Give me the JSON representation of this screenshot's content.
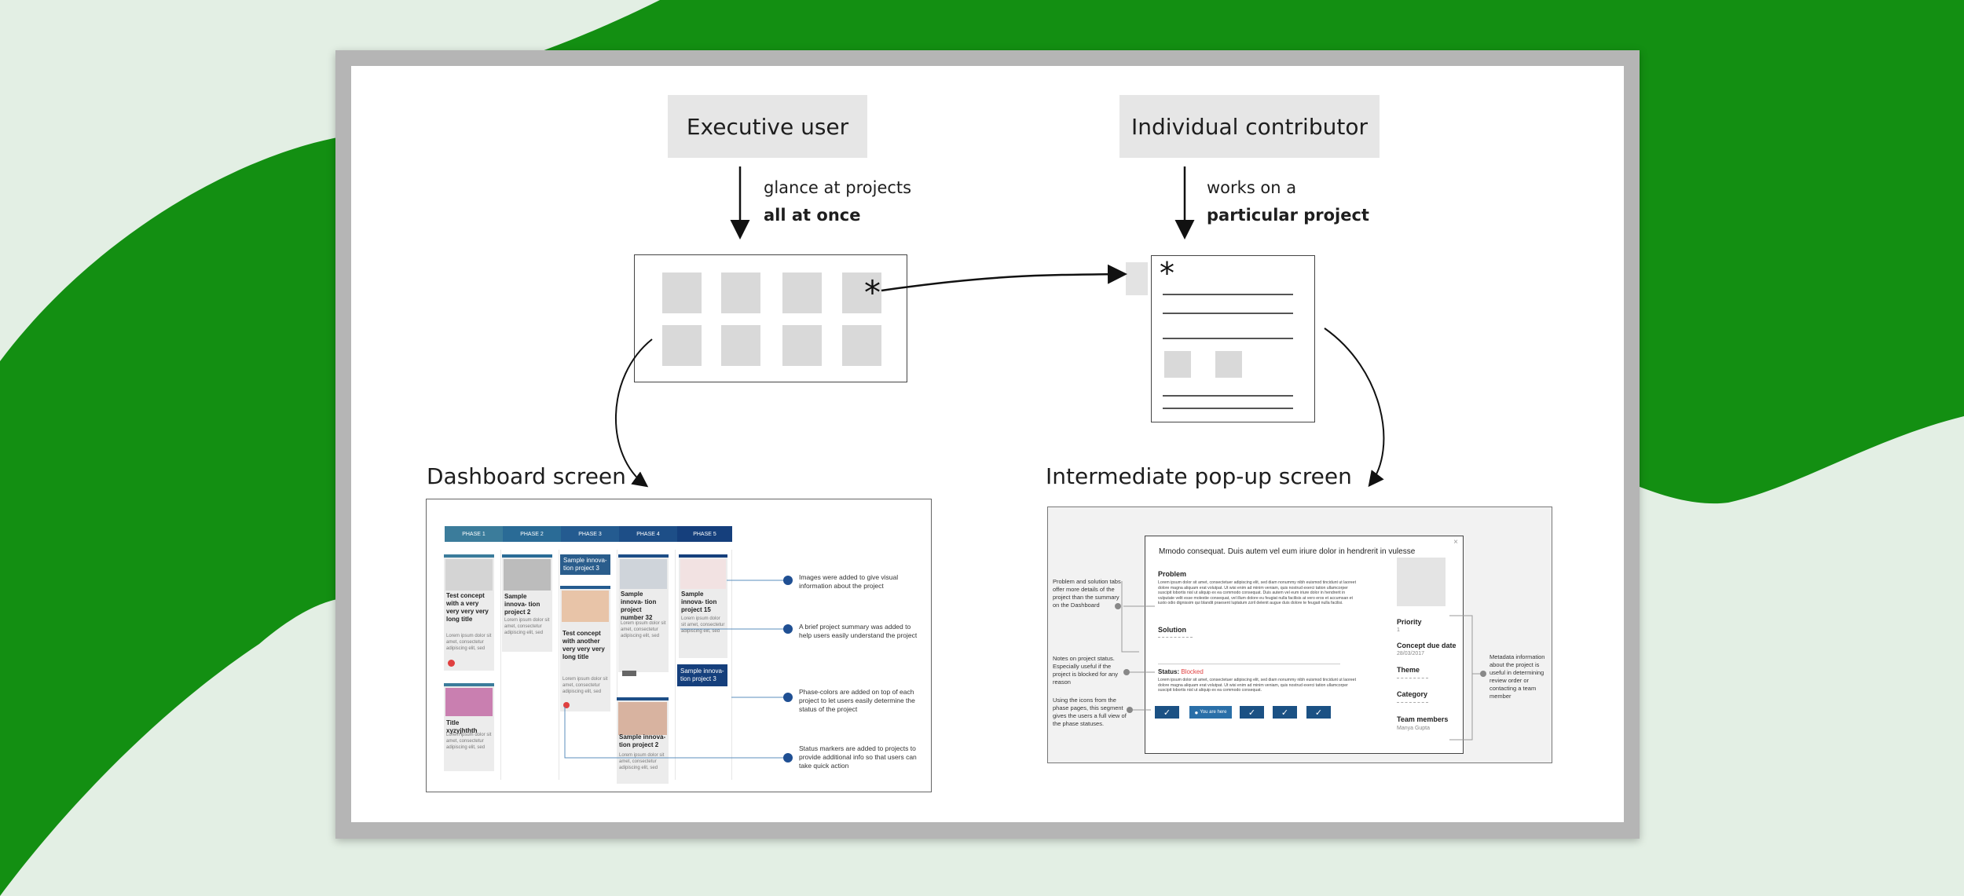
{
  "colors": {
    "accent_green": "#138f12",
    "light_green": "#e3efe4",
    "frame_gray": "#b5b5b5",
    "phase_blue": "#2a5d8c",
    "status_red": "#e04040"
  },
  "personas": {
    "executive": {
      "label": "Executive user",
      "note_line1": "glance at projects",
      "note_line2": "all at once"
    },
    "contributor": {
      "label": "Individual contributor",
      "note_line1": "works on a",
      "note_line2": "particular project"
    }
  },
  "symbols": {
    "asterisk": "*"
  },
  "headings": {
    "dashboard": "Dashboard screen",
    "popup": "Intermediate pop-up screen"
  },
  "dashboard": {
    "phases": [
      "PHASE 1",
      "PHASE 2",
      "PHASE 3",
      "PHASE 4",
      "PHASE 5"
    ],
    "cards": {
      "c1": {
        "title": "Test concept with a very very very very long title",
        "sub": "Lorem ipsum dolor sit amet, consectetur adipiscing elit, sed"
      },
      "c2": {
        "title": "Sample innova- tion project 2",
        "sub": "Lorem ipsum dolor sit amet, consectetur adipiscing elit, sed"
      },
      "c3": {
        "title": "Sample innova- tion project 3"
      },
      "c4": {
        "title": "Test concept with another very very very long title",
        "sub": "Lorem ipsum dolor sit amet, consectetur adipiscing elit, sed"
      },
      "c5": {
        "title": "Sample innova- tion project number 32",
        "sub": "Lorem ipsum dolor sit amet, consectetur adipiscing elit, sed"
      },
      "c6": {
        "title": "Sample innova- tion project 15",
        "sub": "Lorem ipsum dolor sit amet, consectetur adipiscing elit, sed"
      },
      "c7": {
        "title": "Sample innova- tion project 3"
      },
      "c8": {
        "title": "Title xyzyjhthth",
        "sub": "Lorem ipsum dolor sit amet, consectetur adipiscing elit, sed"
      },
      "c9": {
        "title": "Sample innova- tion project 2",
        "sub": "Lorem ipsum dolor sit amet, consectetur adipiscing elit, sed"
      }
    },
    "annotations": [
      "Images were added to give visual information about the project",
      "A brief project summary was added to help users easily understand the project",
      "Phase-colors are added on top of each project to let users easily determine the status of the project",
      "Status markers are added to projects to provide additional info so that users can take quick action"
    ]
  },
  "popup": {
    "close": "×",
    "title": "Mmodo consequat. Duis autem vel eum iriure dolor in hendrerit in vulesse",
    "problem_label": "Problem",
    "problem_text": "Lorem ipsum dolor sit amet, consectetuer adipiscing elit, sed diam nonummy nibh euismod tincidunt ut laoreet dolore magna aliquam erat volutpat. Ut wisi enim ad minim veniam, quis nostrud exerci tation ullamcorper suscipit lobortis nisl ut aliquip ex ea commodo consequat. Duis autem vel eum iriure dolor in hendrerit in vulputate velit esse molestie consequat, vel illum dolore eu feugiat nulla facilisis at vero eros et accumsan et iusto odio dignissim qui blandit praesent luptatum zzril delenit augue duis dolore te feugait nulla facilisi.",
    "solution_label": "Solution",
    "status_label": "Status:",
    "status_value": "Blocked",
    "status_text": "Lorem ipsum dolor sit amet, consectetuer adipiscing elit, sed diam nonummy nibh euismod tincidunt ut laoreet dolore magna aliquam erat volutpat. Ut wisi enim ad minim veniam, quis nostrud exerci tation ullamcorper suscipit lobortis nisl ut aliquip ex ea commodo consequat.",
    "blocked_chip": "You are here",
    "fields": [
      {
        "label": "Priority",
        "value": "1"
      },
      {
        "label": "Concept due date",
        "value": "28/03/2017"
      },
      {
        "label": "Theme",
        "value": ""
      },
      {
        "label": "Category",
        "value": ""
      },
      {
        "label": "Team members",
        "value": "Manya Gupta"
      }
    ],
    "left_notes": [
      "Problem and solution tabs offer more details of the project than the summary on the Dashboard",
      "Notes on project status. Especially useful if the project is blocked for any reason",
      "Using the icons from the phase pages, this segment gives the users a full view of the phase statuses."
    ],
    "right_note": "Metadata information about the project is useful in determining review order or contacting a team member"
  }
}
